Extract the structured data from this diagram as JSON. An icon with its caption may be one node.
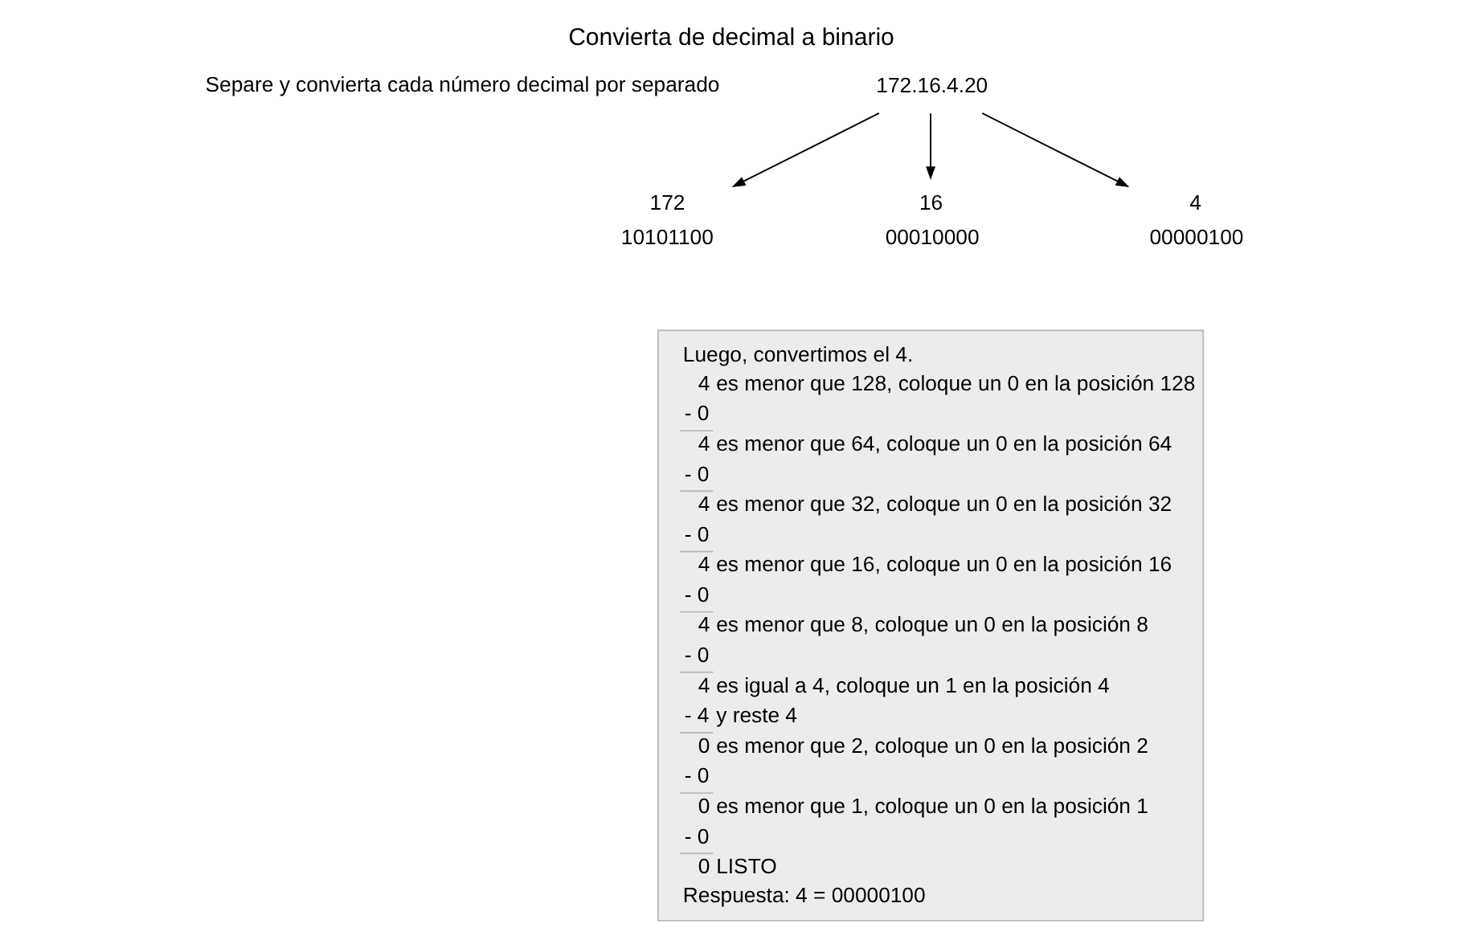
{
  "diagram": {
    "title": "Convierta de decimal a binario",
    "nodes": [
      {
        "text": [
          "172.16.4.20"
        ]
      },
      {
        "text": [
          "172"
        ],
        "beside": [
          "10101100"
        ]
      },
      {
        "text": [
          "16"
        ],
        "beside": [
          "00010000"
        ]
      },
      {
        "text": [
          "4"
        ],
        "beside": [
          "00000100"
        ]
      },
      {
        "text": [
          "Luego, convertimos el 4.",
          "4",
          "es menor que 128, coloque un 0 en la posición 128",
          "- 0",
          "4",
          "es menor que 64, coloque un 0 en la posición 64",
          "- 0",
          "4",
          "es menor que 32, coloque un 0 en la posición 32",
          "- 0",
          "4",
          "es menor que 16, coloque un 0 en la posición 16",
          "- 0",
          "4",
          "es menor que 8, coloque un 0 en la posición 8",
          "- 0",
          "4",
          "es igual a 4, coloque un 1 en la posición 4",
          "- 4",
          "y reste 4",
          "0",
          "es menor que 2, coloque un 0 en la posición 2",
          "- 0",
          "0",
          "es menor que 1, coloque un 0 en la posición 1",
          "- 0",
          "0",
          "LISTO",
          "Respuesta: 4 = 00000100"
        ]
      }
    ],
    "edges": [
      {
        "from": 0,
        "to": 1,
        "arrow": "to"
      },
      {
        "from": 0,
        "to": 2,
        "arrow": "to"
      },
      {
        "from": 0,
        "to": 3,
        "arrow": "to"
      }
    ],
    "labels": [
      "Separe y convierta cada número decimal por separado"
    ]
  }
}
